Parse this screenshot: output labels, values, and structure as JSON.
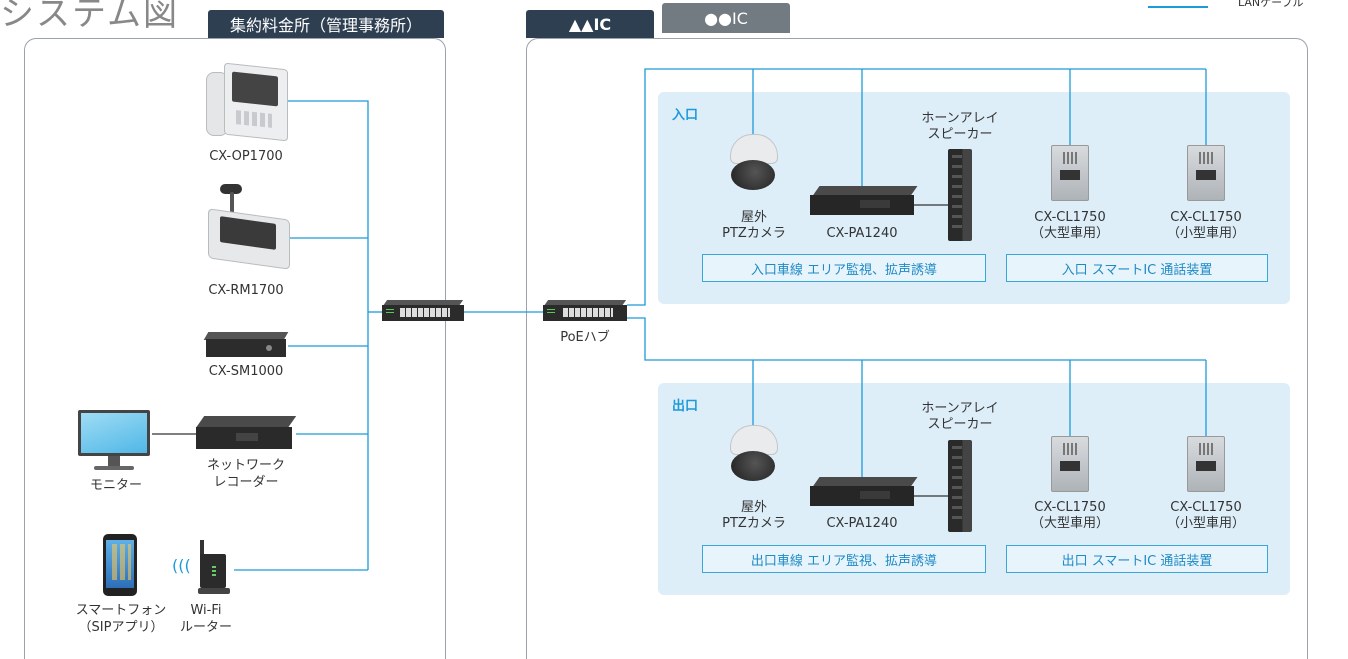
{
  "title": "システム図",
  "legend": {
    "text": "LANケーブル",
    "color": "#1e9ad8"
  },
  "office": {
    "header": "集約料金所（管理事務所）"
  },
  "tabs": {
    "active": "▲▲IC",
    "inactive": "●●IC"
  },
  "devices": {
    "op1700": "CX-OP1700",
    "rm1700": "CX-RM1700",
    "sm1000": "CX-SM1000",
    "monitor": "モニター",
    "recorder_l1": "ネットワーク",
    "recorder_l2": "レコーダー",
    "phone_l1": "スマートフォン",
    "phone_l2": "（SIPアプリ）",
    "wifi_l1": "Wi-Fi",
    "wifi_l2": "ルーター",
    "poe_hub": "PoEハブ"
  },
  "entrance": {
    "label": "入口",
    "camera_l1": "屋外",
    "camera_l2": "PTZカメラ",
    "amp": "CX-PA1240",
    "speaker_l1": "ホーンアレイ",
    "speaker_l2": "スピーカー",
    "cl_large_l1": "CX-CL1750",
    "cl_large_l2": "（大型車用）",
    "cl_small_l1": "CX-CL1750",
    "cl_small_l2": "（小型車用）",
    "caption_left": "入口車線 エリア監視、拡声誘導",
    "caption_right": "入口 スマートIC 通話装置"
  },
  "exit": {
    "label": "出口",
    "camera_l1": "屋外",
    "camera_l2": "PTZカメラ",
    "amp": "CX-PA1240",
    "speaker_l1": "ホーンアレイ",
    "speaker_l2": "スピーカー",
    "cl_large_l1": "CX-CL1750",
    "cl_large_l2": "（大型車用）",
    "cl_small_l1": "CX-CL1750",
    "cl_small_l2": "（小型車用）",
    "caption_left": "出口車線 エリア監視、拡声誘導",
    "caption_right": "出口 スマートIC 通話装置"
  }
}
